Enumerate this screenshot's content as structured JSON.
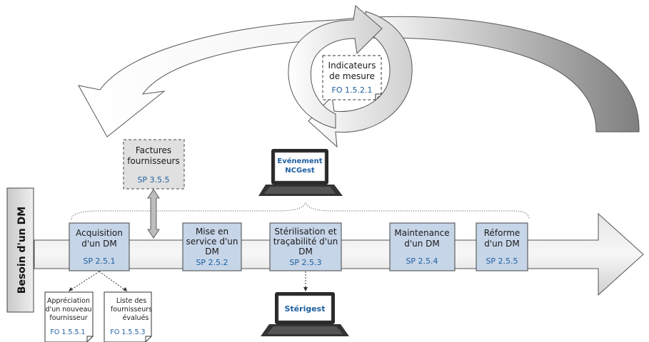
{
  "besoin": "Besoin d'un DM",
  "steps": [
    {
      "label": [
        "Acquisition",
        "d'un DM"
      ],
      "code": "SP 2.5.1"
    },
    {
      "label": [
        "Mise en",
        "service d'un",
        "DM"
      ],
      "code": "SP 2.5.2"
    },
    {
      "label": [
        "Stérilisation et",
        "traçabilité d'un",
        "DM"
      ],
      "code": "SP 2.5.3"
    },
    {
      "label": [
        "Maintenance",
        "d'un DM"
      ],
      "code": "SP 2.5.4"
    },
    {
      "label": [
        "Réforme",
        "d'un DM"
      ],
      "code": "SP 2.5.5"
    }
  ],
  "factures": {
    "label": [
      "Factures",
      "fournisseurs"
    ],
    "code": "SP 3.5.5"
  },
  "indicateurs": {
    "label": [
      "Indicateurs",
      "de mesure"
    ],
    "code": "FO 1.5.2.1"
  },
  "docs": [
    {
      "label": [
        "Appréciation",
        "d'un nouveau",
        "fournisseur"
      ],
      "code": "FO 1.5.5.1"
    },
    {
      "label": [
        "Liste des",
        "fournisseurs",
        "évalués"
      ],
      "code": "FO 1.5.5.3"
    }
  ],
  "laptops": [
    {
      "label": [
        "Evénement",
        "NCGest"
      ]
    },
    {
      "label": [
        "Stérigest"
      ]
    }
  ]
}
